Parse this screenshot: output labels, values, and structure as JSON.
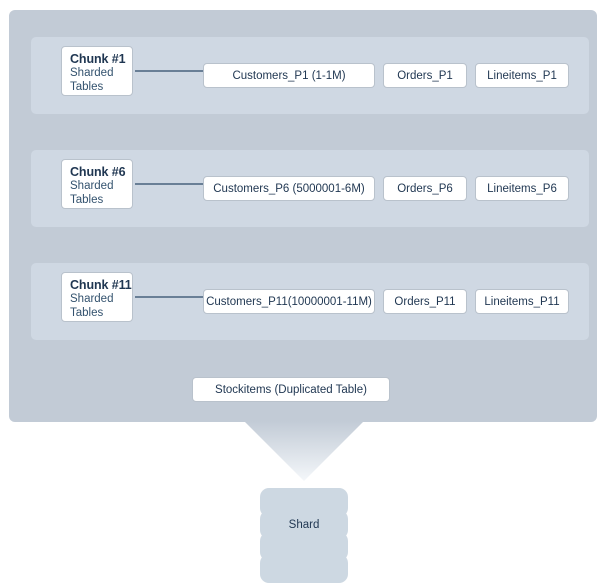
{
  "diagram": {
    "title_hidden": "",
    "colors": {
      "panel": "#c2cbd6",
      "band": "#cfd8e3",
      "box_fill": "#ffffff",
      "box_border": "#b9c2cc",
      "text": "#1f3651",
      "arrow": "#2c4a68",
      "cylinder": "#cdd8e2"
    },
    "chunks": [
      {
        "title": "Chunk #1",
        "subtitle_line1": "Sharded",
        "subtitle_line2": "Tables",
        "tables": [
          "Customers_P1 (1-1M)",
          "Orders_P1",
          "Lineitems_P1"
        ]
      },
      {
        "title": "Chunk #6",
        "subtitle_line1": "Sharded",
        "subtitle_line2": "Tables",
        "tables": [
          "Customers_P6 (5000001-6M)",
          "Orders_P6",
          "Lineitems_P6"
        ]
      },
      {
        "title": "Chunk #11",
        "subtitle_line1": "Sharded",
        "subtitle_line2": "Tables",
        "tables": [
          "Customers_P11(10000001-11M)",
          "Orders_P11",
          "Lineitems_P11"
        ]
      }
    ],
    "duplicated_table": "Stockitems (Duplicated Table)",
    "shard_label": "Shard"
  }
}
